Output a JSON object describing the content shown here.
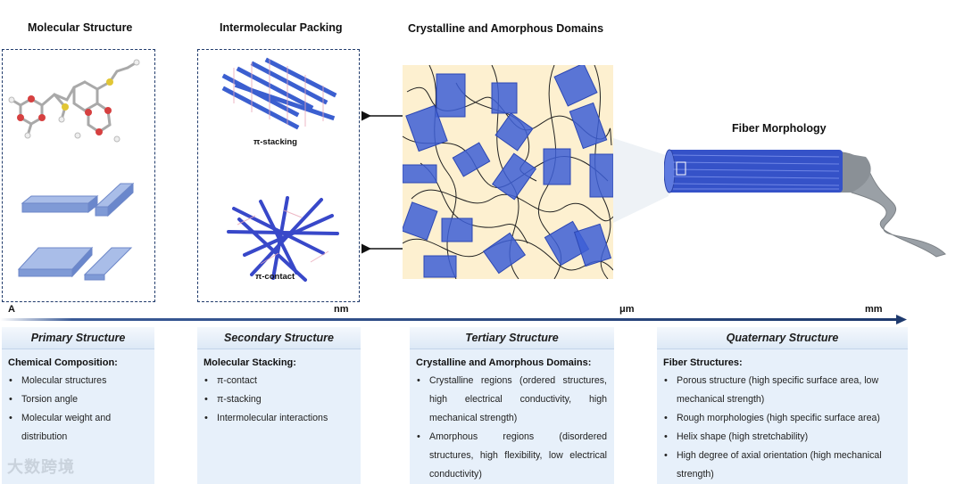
{
  "columns": {
    "molecular": {
      "title": "Molecular Structure"
    },
    "intermolecular": {
      "title": "Intermolecular Packing",
      "pi_stacking_label": "π-stacking",
      "pi_contact_label": "π-contact"
    },
    "domains": {
      "title": "Crystalline and Amorphous Domains"
    },
    "fiber": {
      "title": "Fiber Morphology"
    }
  },
  "scale_axis": {
    "labels": [
      "A",
      "nm",
      "μm",
      "mm"
    ],
    "color": "#1e3a6e"
  },
  "cards": [
    {
      "heading": "Primary Structure",
      "subheading": "Chemical Composition:",
      "items": [
        "Molecular structures",
        "Torsion angle",
        "Molecular weight and distribution"
      ]
    },
    {
      "heading": "Secondary Structure",
      "subheading": "Molecular Stacking:",
      "items": [
        "π-contact",
        "π-stacking",
        "Intermolecular interactions"
      ]
    },
    {
      "heading": "Tertiary Structure",
      "subheading": "Crystalline and Amorphous Domains:",
      "items": [
        "Crystalline regions (ordered structures, high electrical conductivity, high mechanical strength)",
        "Amorphous regions (disordered structures, high flexibility, low electrical conductivity)"
      ]
    },
    {
      "heading": "Quaternary Structure",
      "subheading": "Fiber Structures:",
      "items": [
        "Porous structure (high specific surface area, low mechanical strength)",
        "Rough morphologies (high specific surface area)",
        "Helix shape (high stretchability)",
        "High degree of axial orientation (high mechanical strength)"
      ]
    }
  ],
  "watermark": "大数跨境",
  "colors": {
    "crystal_blue": "#3d5fd6",
    "domain_bg": "#fdf0d0",
    "card_bg": "#e7f0fa",
    "box_border": "#1f3a6b"
  }
}
